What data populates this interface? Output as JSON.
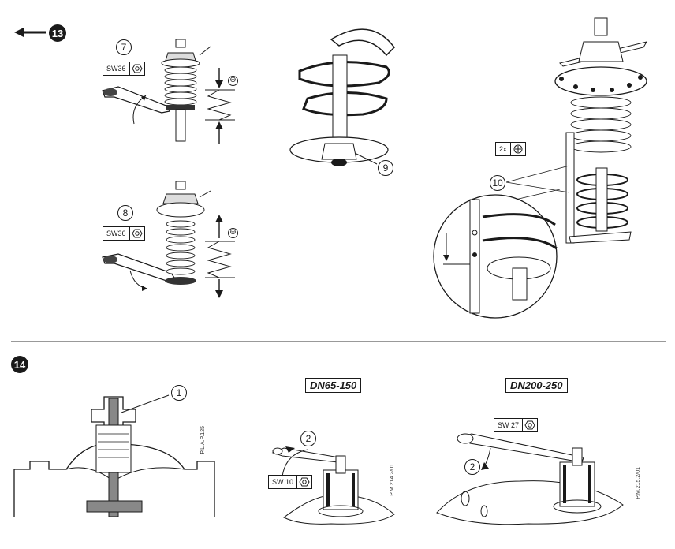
{
  "step13": {
    "badge": "13",
    "sub7": {
      "num": "7",
      "tool": "SW36",
      "sign": "⊕"
    },
    "sub8": {
      "num": "8",
      "tool": "SW36",
      "sign": "⊖"
    },
    "sub9": {
      "num": "9"
    },
    "sub10": {
      "num": "10",
      "tool": "2x"
    }
  },
  "step14": {
    "badge": "14",
    "callout1": "1",
    "left_code": "P.L.A.P.125",
    "dn_small": {
      "title": "DN65-150",
      "num": "2",
      "tool": "SW 10",
      "code": "P.M.214.2/01"
    },
    "dn_large": {
      "title": "DN200-250",
      "num": "2",
      "tool": "SW 27",
      "code": "P.M.215.2/01"
    }
  },
  "icons": {
    "arrow": "arrow-left-icon",
    "nut": "hex-nut-icon",
    "cross": "crosshead-screw-icon"
  }
}
